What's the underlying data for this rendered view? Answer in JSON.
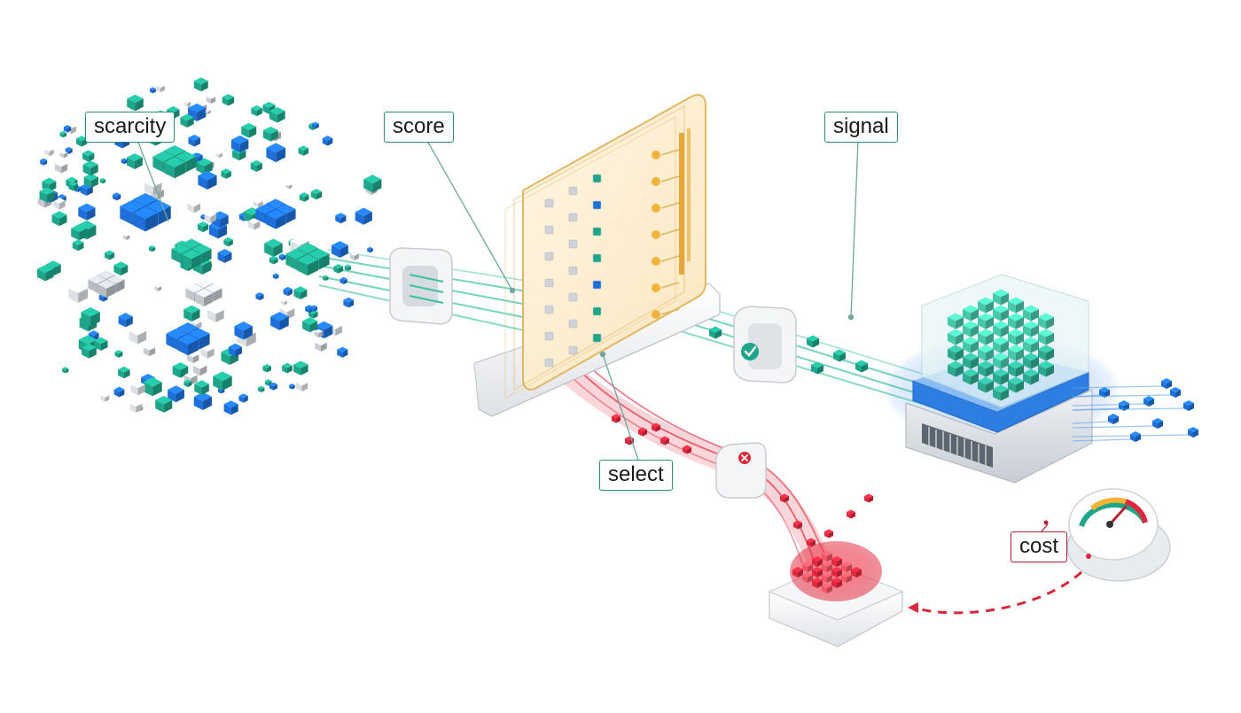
{
  "labels": {
    "scarcity": "scarcity",
    "score": "score",
    "signal": "signal",
    "select": "select",
    "cost": "cost"
  },
  "colors": {
    "teal": "#1fa58a",
    "blue": "#1e6fd9",
    "gray": "#c9ccd1",
    "amber": "#e8a93a",
    "red": "#e0283c",
    "callout_border": "#2f8f7f",
    "callout_border_red": "#b3263a"
  },
  "icons": {
    "pass_gate": "check-icon",
    "reject_gate": "x-icon",
    "meter": "gauge-icon"
  }
}
